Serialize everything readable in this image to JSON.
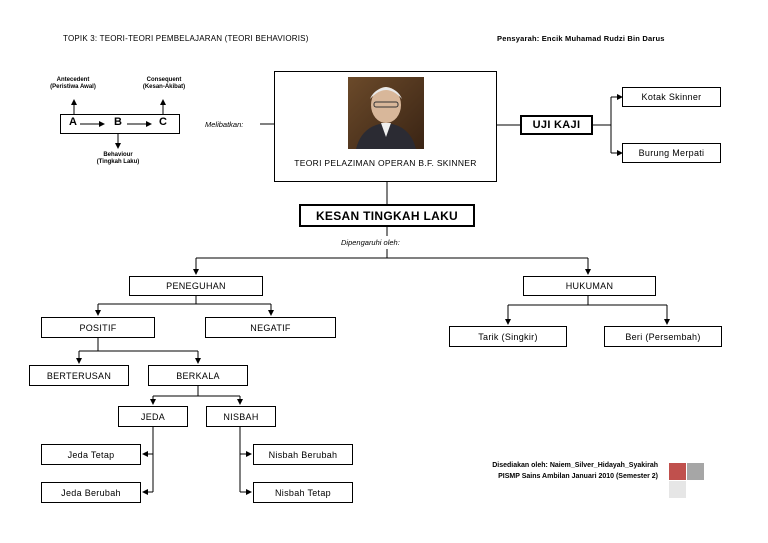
{
  "header": {
    "topic": "TOPIK 3: TEORI-TEORI PEMBELAJARAN (TEORI BEHAVIORIS)",
    "lecturer": "Pensyarah: Encik Muhamad Rudzi Bin Darus"
  },
  "abc": {
    "antecedent": "Antecedent",
    "antecedent_sub": "(Peristiwa Awal)",
    "consequent": "Consequent",
    "consequent_sub": "(Kesan-Akibat)",
    "a": "A",
    "b": "B",
    "c": "C",
    "behaviour": "Behaviour",
    "behaviour_sub": "(Tingkah Laku)",
    "involves": "Melibatkan:"
  },
  "center": {
    "title": "TEORI PELAZIMAN OPERAN B.F. SKINNER",
    "photo_alt": "portrait"
  },
  "uji_kaji": {
    "label": "UJI KAJI",
    "items": [
      "Kotak Skinner",
      "Burung Merpati"
    ]
  },
  "kesan": {
    "label": "KESAN TINGKAH LAKU",
    "influenced": "Dipengaruhi oleh:"
  },
  "peneguhan": {
    "label": "PENEGUHAN",
    "positif": "POSITIF",
    "negatif": "NEGATIF",
    "berterusan": "BERTERUSAN",
    "berkala": "BERKALA",
    "jeda": "JEDA",
    "nisbah": "NISBAH",
    "jeda_items": [
      "Jeda Tetap",
      "Jeda Berubah"
    ],
    "nisbah_items": [
      "Nisbah Berubah",
      "Nisbah Tetap"
    ]
  },
  "hukuman": {
    "label": "HUKUMAN",
    "items": [
      "Tarik (Singkir)",
      "Beri (Persembah)"
    ]
  },
  "footer": {
    "line1": "Disediakan oleh: Naiem_Silver_Hidayah_Syakirah",
    "line2": "PISMP Sains Ambilan Januari 2010 (Semester 2)"
  },
  "colors": {
    "logo_red": "#c0504d",
    "logo_gray": "#a6a6a6",
    "logo_light": "#e6e6e6"
  }
}
